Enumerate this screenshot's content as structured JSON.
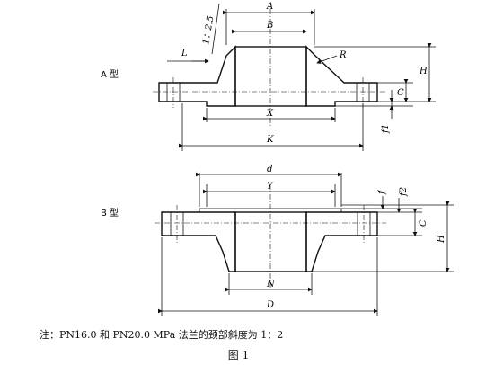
{
  "diagram": {
    "type_a_label": "A 型",
    "type_b_label": "B 型",
    "slope_label": "1：2.5",
    "dims_a": {
      "A": "A",
      "B": "B",
      "L": "L",
      "R": "R",
      "X": "X",
      "K": "K",
      "H": "H",
      "C": "C",
      "f1": "f1"
    },
    "dims_b": {
      "d": "d",
      "Y": "Y",
      "N": "N",
      "D": "D",
      "f": "f",
      "f2": "f2",
      "C": "C",
      "H": "H"
    }
  },
  "note": "注：PN16.0 和 PN20.0 MPa 法兰的颈部斜度为 1：2",
  "caption": "图 1"
}
